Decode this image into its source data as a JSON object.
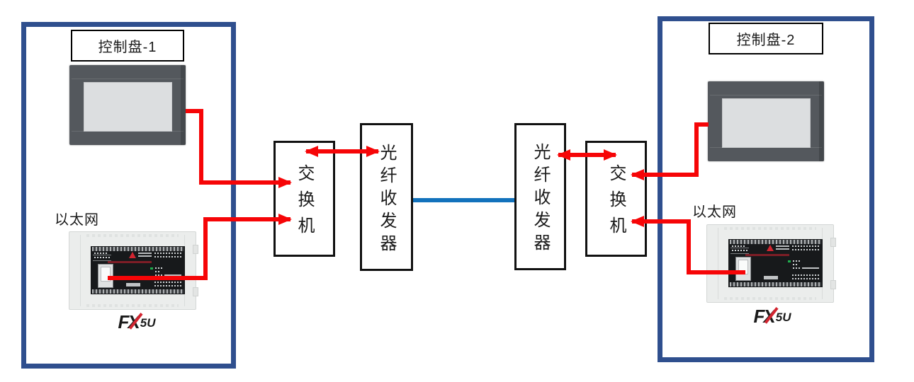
{
  "colors": {
    "panel_border": "#2f4f8e",
    "line_red": "#f60507",
    "fiber_blue": "#1272bc",
    "box_border": "#111111",
    "text": "#1a1a1a",
    "hmi_bezel": "#54585d",
    "hmi_screen": "#dcdee0",
    "plc_body": "#ebedec",
    "plc_panel": "#17191b",
    "led_green": "#1fae4e",
    "plc_accent_red": "#7d1d26",
    "logo_red": "#d22530"
  },
  "panels": [
    {
      "title": "控制盘-1",
      "ethernet_label": "以太网",
      "plc_logo": {
        "f": "F",
        "x": "X",
        "suffix": "5U",
        "full": "FX5U"
      }
    },
    {
      "title": "控制盘-2",
      "ethernet_label": "以太网",
      "plc_logo": {
        "f": "F",
        "x": "X",
        "suffix": "5U",
        "full": "FX5U"
      }
    }
  ],
  "nodes": [
    {
      "id": "switch-left",
      "label": "交换机"
    },
    {
      "id": "fiber-left",
      "label": "光纤收发器"
    },
    {
      "id": "fiber-right",
      "label": "光纤收发器"
    },
    {
      "id": "switch-right",
      "label": "交换机"
    }
  ]
}
